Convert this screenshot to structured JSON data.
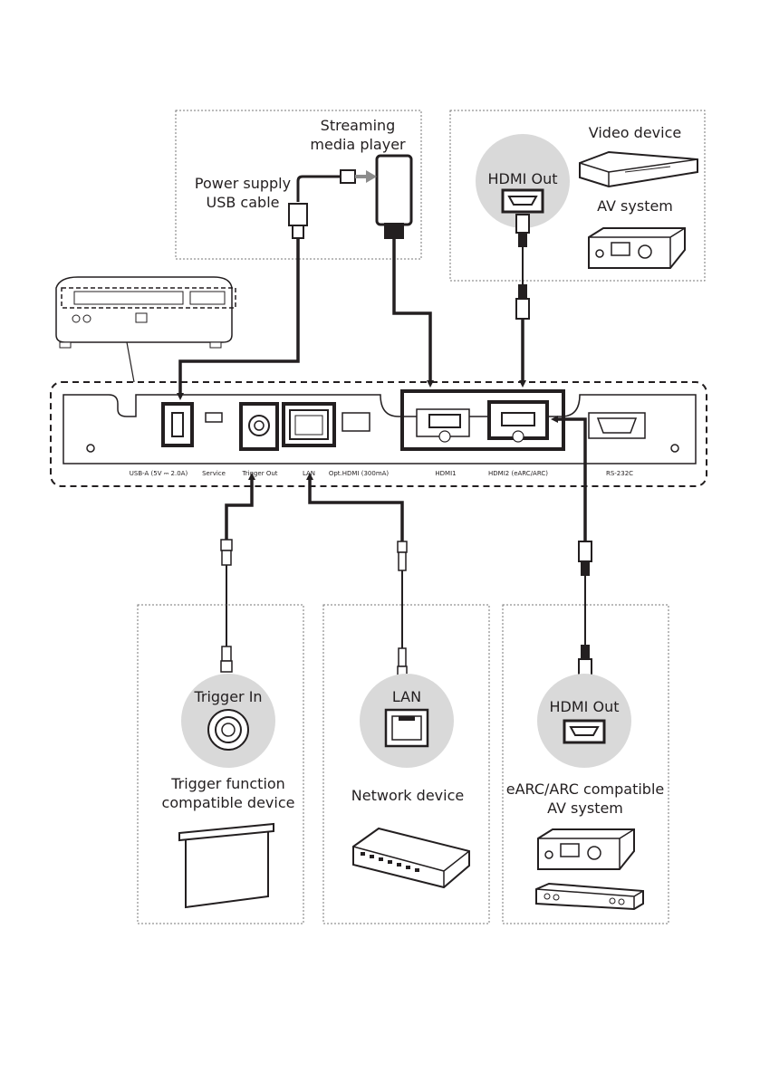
{
  "streaming_box": {
    "title_line1": "Streaming",
    "title_line2": "media player",
    "cable_line1": "Power supply",
    "cable_line2": "USB cable"
  },
  "video_box": {
    "port_label": "HDMI Out",
    "device1": "Video device",
    "device2": "AV system"
  },
  "panel": {
    "ports": [
      "USB-A (5V ⎓ 2.0A)",
      "Service",
      "Trigger Out",
      "LAN",
      "Opt.HDMI (300mA)",
      "HDMI1",
      "HDMI2 (eARC/ARC)",
      "RS-232C"
    ]
  },
  "trigger_box": {
    "port_label": "Trigger In",
    "device_line1": "Trigger function",
    "device_line2": "compatible device"
  },
  "lan_box": {
    "port_label": "LAN",
    "device": "Network device"
  },
  "earc_box": {
    "port_label": "HDMI Out",
    "device_line1": "eARC/ARC compatible",
    "device_line2": "AV system"
  },
  "colors": {
    "ink": "#231f20",
    "circle": "#d9d9d9",
    "arrow_gray": "#8c8c8c"
  }
}
